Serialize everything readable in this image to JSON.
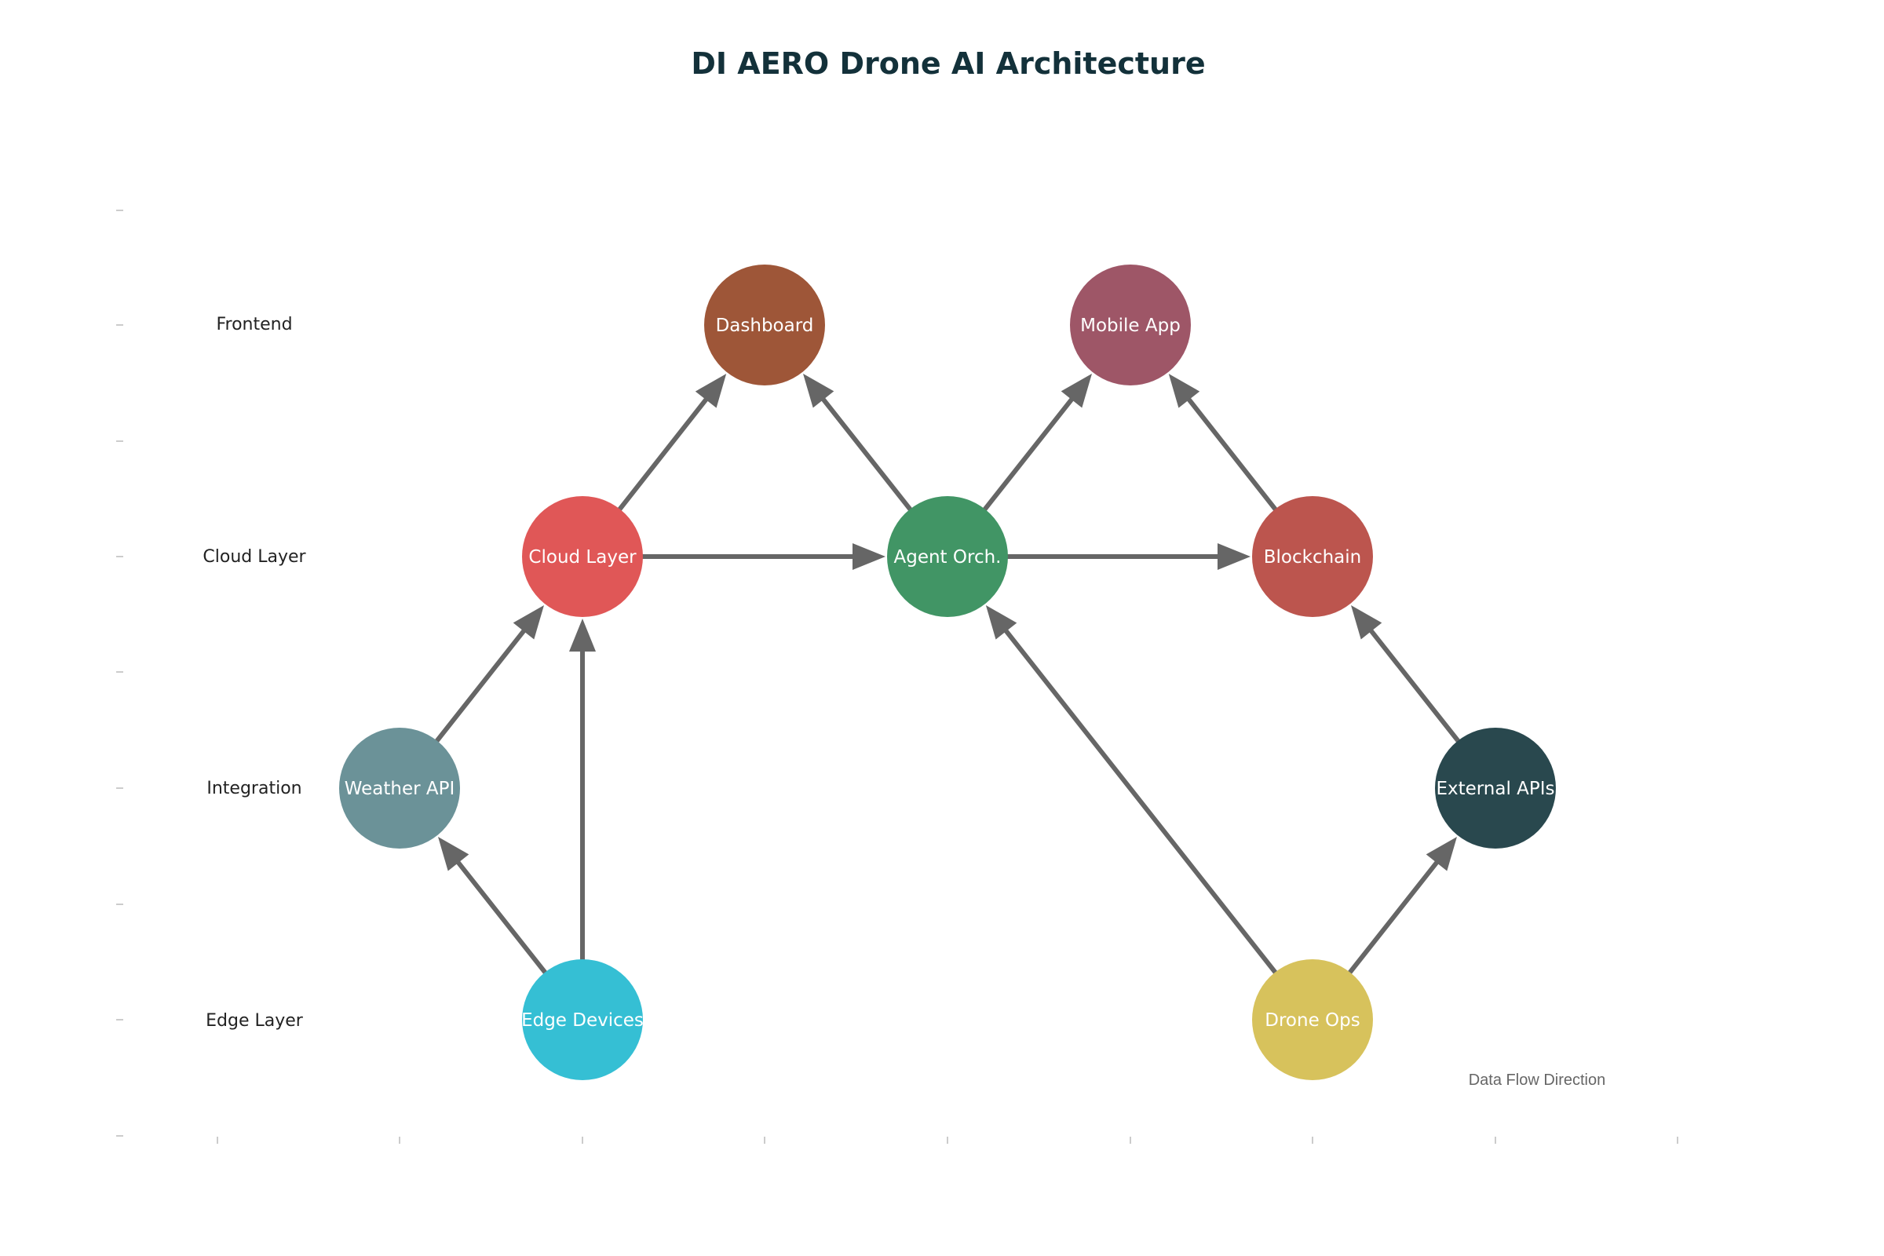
{
  "title": "DI AERO Drone AI Architecture",
  "legend": "Data Flow Direction",
  "layers": [
    {
      "id": "frontend",
      "label": "Frontend"
    },
    {
      "id": "cloud",
      "label": "Cloud Layer"
    },
    {
      "id": "integration",
      "label": "Integration"
    },
    {
      "id": "edge",
      "label": "Edge Layer"
    }
  ],
  "nodes": [
    {
      "id": "dashboard",
      "label": "Dashboard",
      "layer": "frontend",
      "color": "#9e5638"
    },
    {
      "id": "mobile",
      "label": "Mobile App",
      "layer": "frontend",
      "color": "#9e5667"
    },
    {
      "id": "cloud",
      "label": "Cloud Layer",
      "layer": "cloud",
      "color": "#e05757"
    },
    {
      "id": "agent",
      "label": "Agent Orch.",
      "layer": "cloud",
      "color": "#419565"
    },
    {
      "id": "blockchain",
      "label": "Blockchain",
      "layer": "cloud",
      "color": "#bc554e"
    },
    {
      "id": "weather",
      "label": "Weather API",
      "layer": "integration",
      "color": "#6b9298"
    },
    {
      "id": "external",
      "label": "External APIs",
      "layer": "integration",
      "color": "#29484e"
    },
    {
      "id": "edge",
      "label": "Edge Devices",
      "layer": "edge",
      "color": "#35bfd4"
    },
    {
      "id": "drone",
      "label": "Drone Ops",
      "layer": "edge",
      "color": "#d7c25c"
    }
  ],
  "edges": [
    {
      "from": "edge",
      "to": "weather"
    },
    {
      "from": "edge",
      "to": "cloud"
    },
    {
      "from": "weather",
      "to": "cloud"
    },
    {
      "from": "cloud",
      "to": "dashboard"
    },
    {
      "from": "cloud",
      "to": "agent"
    },
    {
      "from": "agent",
      "to": "dashboard"
    },
    {
      "from": "agent",
      "to": "mobile"
    },
    {
      "from": "agent",
      "to": "blockchain"
    },
    {
      "from": "blockchain",
      "to": "mobile"
    },
    {
      "from": "drone",
      "to": "agent"
    },
    {
      "from": "drone",
      "to": "external"
    },
    {
      "from": "external",
      "to": "blockchain"
    }
  ]
}
